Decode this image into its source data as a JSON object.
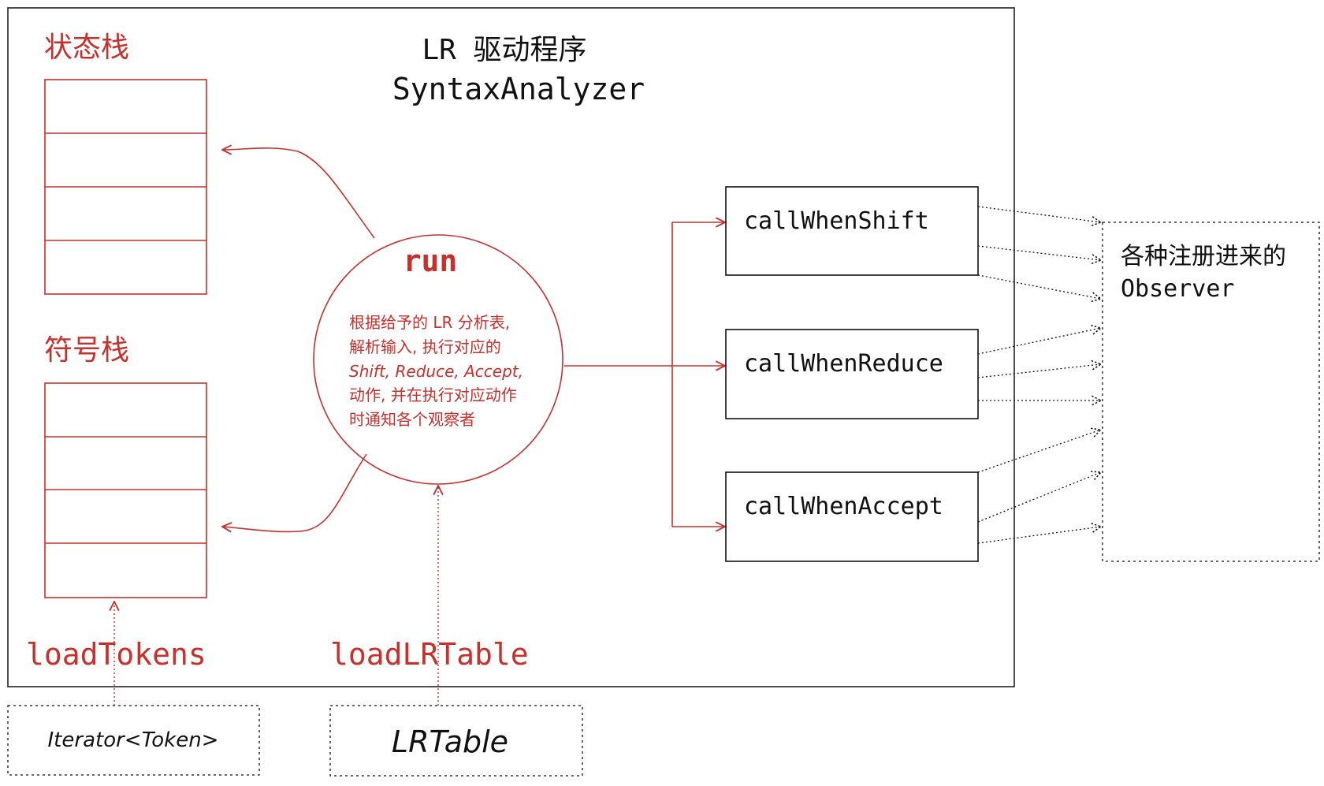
{
  "title": {
    "line1": "LR 驱动程序",
    "line2": "SyntaxAnalyzer"
  },
  "state_stack": {
    "label": "状态栈",
    "slots": 4
  },
  "symbol_stack": {
    "label": "符号栈",
    "slots": 4
  },
  "run": {
    "label": "run",
    "desc": [
      "根据给予的 LR 分析表,",
      "解析输入, 执行对应的",
      "Shift, Reduce, Accept,",
      "动作, 并在执行对应动作",
      "时通知各个观察者"
    ]
  },
  "callbacks": [
    "callWhenShift",
    "callWhenReduce",
    "callWhenAccept"
  ],
  "observers": {
    "line1": "各种注册进来的",
    "line2": "Observer"
  },
  "inputs": {
    "load_tokens": "loadTokens",
    "load_table": "loadLRTable",
    "tokens_source": "Iterator<Token>",
    "table_source": "LRTable"
  },
  "colors": {
    "accent": "#c9302c",
    "ink": "#111111"
  }
}
